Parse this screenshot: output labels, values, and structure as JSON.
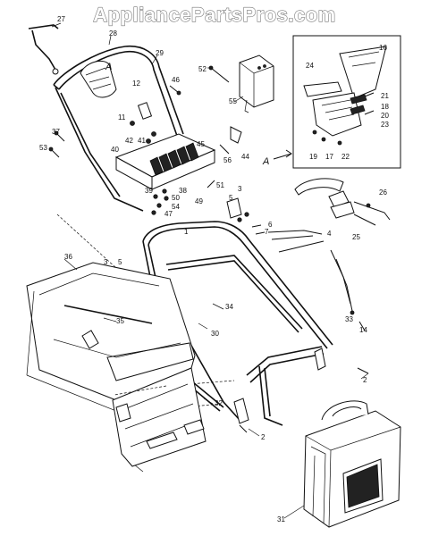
{
  "watermark": "AppliancePartsPros.com",
  "callout_letters": {
    "upper": "A",
    "lower": "A"
  },
  "part_labels": {
    "p27": "27",
    "p28": "28",
    "p29": "29",
    "p52": "52",
    "p16": "16",
    "p24": "24",
    "p21": "21",
    "p18": "18",
    "p20": "20",
    "p23": "23",
    "p19": "19",
    "p17": "17",
    "p22": "22",
    "p55": "55",
    "p46": "46",
    "p12": "12",
    "p11": "11",
    "p37": "37",
    "p42": "42",
    "p41": "41",
    "p53": "53",
    "p40": "40",
    "p45": "45",
    "p56": "56",
    "p44": "44",
    "p51": "51",
    "p39": "39",
    "p38": "38",
    "p50": "50",
    "p54": "54",
    "p49": "49",
    "p47": "47",
    "p5a": "5",
    "p3a": "3",
    "p6": "6",
    "p7": "7",
    "p26": "26",
    "p25": "25",
    "p4": "4",
    "p1": "1",
    "p36": "36",
    "p3b": "3",
    "p5b": "5",
    "p34": "34",
    "p35": "35",
    "p30": "30",
    "p33": "33",
    "p14": "14",
    "p2a": "2",
    "p32": "32",
    "p2b": "2",
    "p31": "31"
  }
}
